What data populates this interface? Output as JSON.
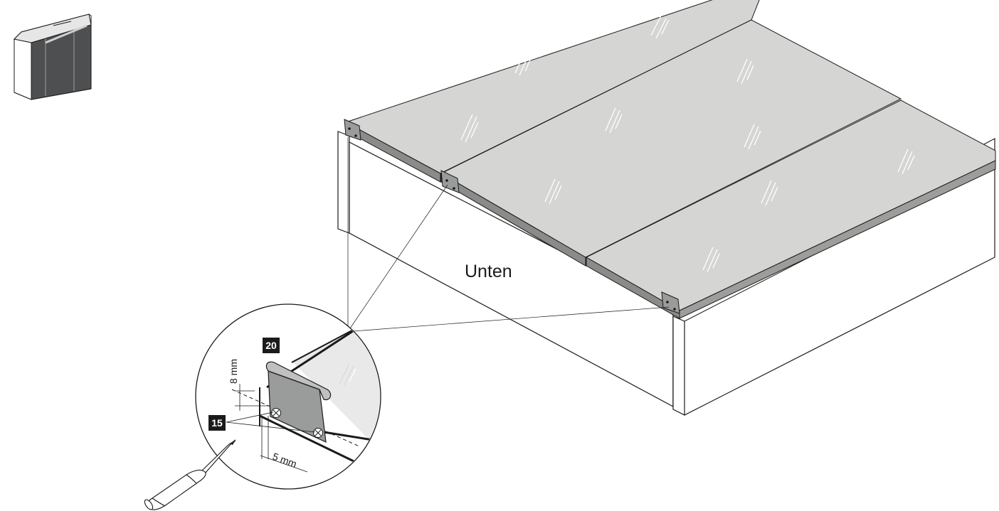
{
  "labels": {
    "side": "Unten",
    "badge_part_a": "20",
    "badge_part_b": "15",
    "dim_vertical": "8 mm",
    "dim_horizontal": "5 mm"
  },
  "colors": {
    "glass": "#d5d6d4",
    "glass_edge": "#a8a9a7",
    "glass_dark": "#7d7e7c",
    "bracket": "#9a9c9b",
    "badge": "#1b1b1b",
    "line": "#1a1a1a"
  },
  "icons": [
    "cabinet-thumbnail-icon",
    "screwdriver-icon",
    "screw-icon",
    "glass-shelf-bracket-icon"
  ]
}
